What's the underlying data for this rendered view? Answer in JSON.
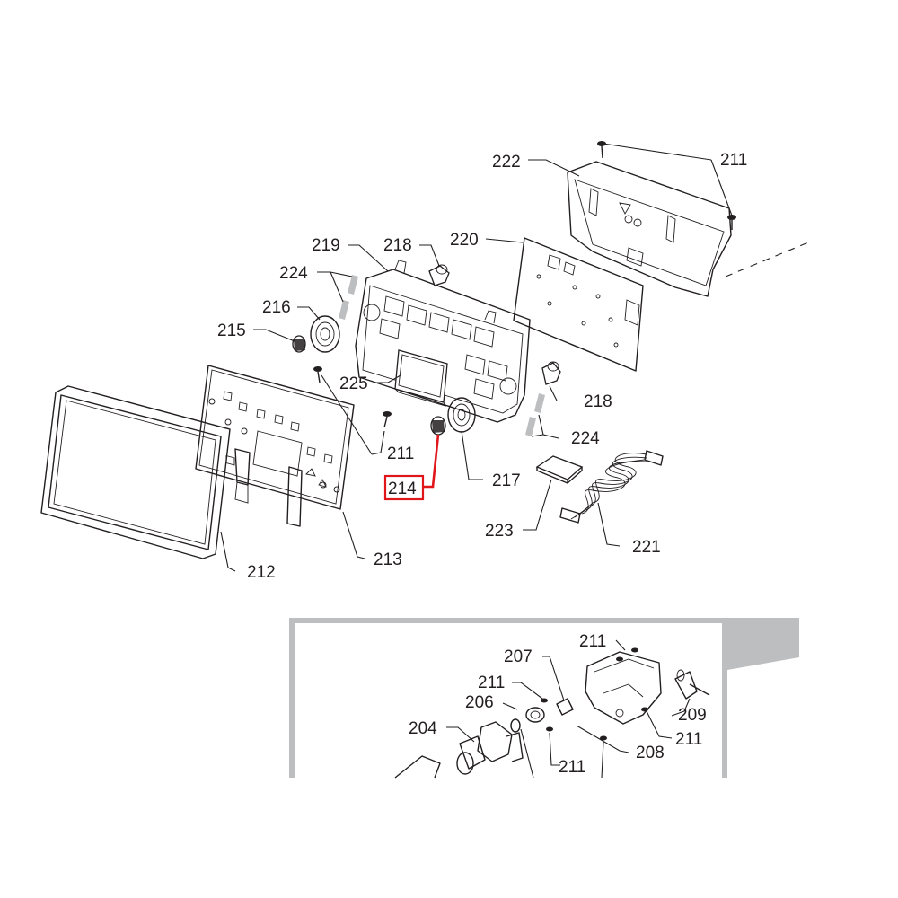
{
  "diagram": {
    "colors": {
      "line": "#231f20",
      "highlight": "#e0161b",
      "inset_frame": "#bdbec0"
    },
    "highlighted_part": "214",
    "callouts": [
      {
        "id": "c-211-top",
        "label": "211"
      },
      {
        "id": "c-222",
        "label": "222"
      },
      {
        "id": "c-220",
        "label": "220"
      },
      {
        "id": "c-219",
        "label": "219"
      },
      {
        "id": "c-218-top",
        "label": "218"
      },
      {
        "id": "c-224-left",
        "label": "224"
      },
      {
        "id": "c-216",
        "label": "216"
      },
      {
        "id": "c-215",
        "label": "215"
      },
      {
        "id": "c-225",
        "label": "225"
      },
      {
        "id": "c-218-right",
        "label": "218"
      },
      {
        "id": "c-224-right",
        "label": "224"
      },
      {
        "id": "c-211-mid",
        "label": "211"
      },
      {
        "id": "c-214",
        "label": "214"
      },
      {
        "id": "c-217",
        "label": "217"
      },
      {
        "id": "c-223",
        "label": "223"
      },
      {
        "id": "c-221",
        "label": "221"
      },
      {
        "id": "c-212",
        "label": "212"
      },
      {
        "id": "c-213",
        "label": "213"
      },
      {
        "id": "c-211-inset-top",
        "label": "211"
      },
      {
        "id": "c-207",
        "label": "207"
      },
      {
        "id": "c-211-inset-left",
        "label": "211"
      },
      {
        "id": "c-206",
        "label": "206"
      },
      {
        "id": "c-209",
        "label": "209"
      },
      {
        "id": "c-204",
        "label": "204"
      },
      {
        "id": "c-211-inset-bottom",
        "label": "211"
      },
      {
        "id": "c-208",
        "label": "208"
      },
      {
        "id": "c-211-inset-right",
        "label": "211"
      }
    ]
  }
}
